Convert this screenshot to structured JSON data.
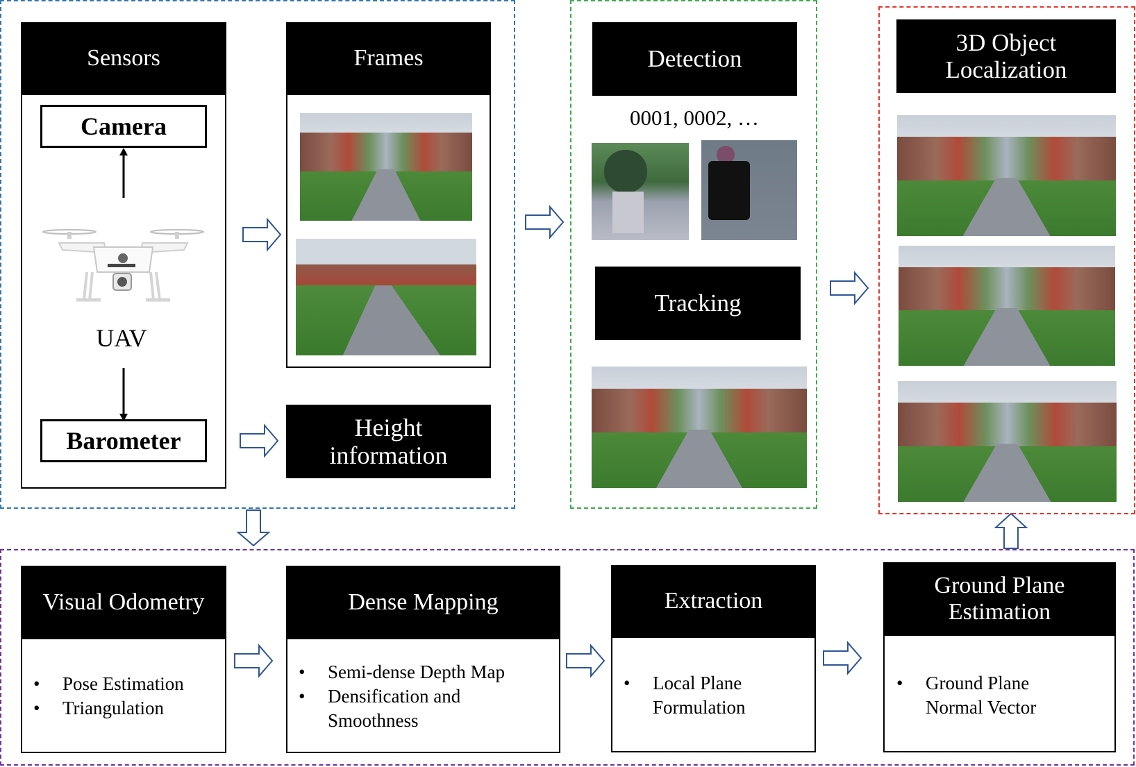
{
  "sensors": {
    "title": "Sensors",
    "camera": "Camera",
    "uav": "UAV",
    "barometer": "Barometer"
  },
  "frames": {
    "title": "Frames"
  },
  "height": {
    "title": "Height\ninformation"
  },
  "detection": {
    "title": "Detection",
    "ids": "0001, 0002, …"
  },
  "tracking": {
    "title": "Tracking"
  },
  "localization": {
    "title": "3D Object\nLocalization"
  },
  "visual_odometry": {
    "title": "Visual Odometry",
    "items": [
      "Pose Estimation",
      "Triangulation"
    ]
  },
  "dense_mapping": {
    "title": "Dense Mapping",
    "items": [
      "Semi-dense Depth Map",
      "Densification and\nSmoothness"
    ]
  },
  "extraction": {
    "title": "Extraction",
    "items": [
      "Local Plane\nFormulation"
    ]
  },
  "ground_plane": {
    "title": "Ground Plane\nEstimation",
    "items": [
      "Ground Plane\nNormal Vector"
    ]
  },
  "colors": {
    "group_sensing": "#2e75b6",
    "group_detection": "#3aad48",
    "group_localization": "#e8342c",
    "group_ground": "#7030a0",
    "arrow": "#2f5597"
  }
}
